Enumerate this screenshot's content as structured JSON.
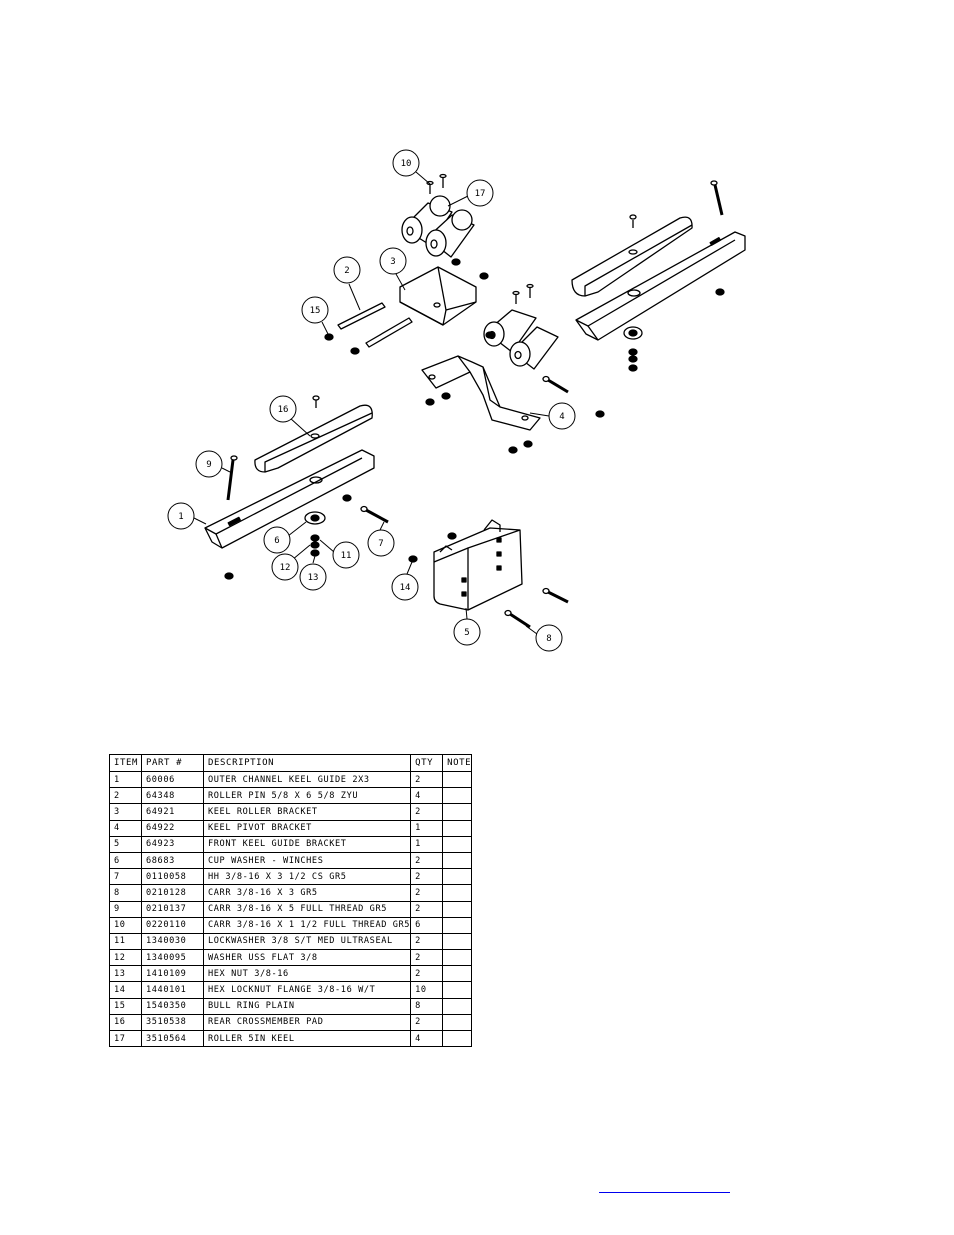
{
  "balloons": [
    "10",
    "17",
    "2",
    "3",
    "15",
    "16",
    "9",
    "1",
    "6",
    "12",
    "13",
    "11",
    "7",
    "14",
    "4",
    "5",
    "8"
  ],
  "bom": {
    "headers": [
      "ITEM",
      "PART #",
      "DESCRIPTION",
      "QTY",
      "NOTE"
    ],
    "rows": [
      [
        "1",
        "60006",
        "OUTER CHANNEL KEEL GUIDE 2X3",
        "2",
        ""
      ],
      [
        "2",
        "64348",
        "ROLLER PIN  5/8 X 6 5/8 ZYU",
        "4",
        ""
      ],
      [
        "3",
        "64921",
        "KEEL ROLLER BRACKET",
        "2",
        ""
      ],
      [
        "4",
        "64922",
        "KEEL PIVOT BRACKET",
        "1",
        ""
      ],
      [
        "5",
        "64923",
        "FRONT KEEL GUIDE BRACKET",
        "1",
        ""
      ],
      [
        "6",
        "68683",
        "CUP WASHER - WINCHES",
        "2",
        ""
      ],
      [
        "7",
        "0110058",
        "HH 3/8-16 X 3 1/2 CS GR5",
        "2",
        ""
      ],
      [
        "8",
        "0210128",
        "CARR 3/8-16 X 3 GR5",
        "2",
        ""
      ],
      [
        "9",
        "0210137",
        "CARR 3/8-16 X 5 FULL THREAD GR5",
        "2",
        ""
      ],
      [
        "10",
        "0220110",
        "CARR 3/8-16 X 1 1/2 FULL THREAD GR5",
        "6",
        ""
      ],
      [
        "11",
        "1340030",
        "LOCKWASHER 3/8 S/T MED ULTRASEAL",
        "2",
        ""
      ],
      [
        "12",
        "1340095",
        "WASHER USS FLAT 3/8",
        "2",
        ""
      ],
      [
        "13",
        "1410109",
        "HEX NUT 3/8-16",
        "2",
        ""
      ],
      [
        "14",
        "1440101",
        "HEX LOCKNUT FLANGE 3/8-16 W/T",
        "10",
        ""
      ],
      [
        "15",
        "1540350",
        "BULL RING PLAIN",
        "8",
        ""
      ],
      [
        "16",
        "3510538",
        "REAR CROSSMEMBER PAD",
        "2",
        ""
      ],
      [
        "17",
        "3510564",
        "ROLLER 5IN KEEL",
        "4",
        ""
      ]
    ]
  },
  "colors": {
    "line": "#000000",
    "link": "#0000ee"
  }
}
